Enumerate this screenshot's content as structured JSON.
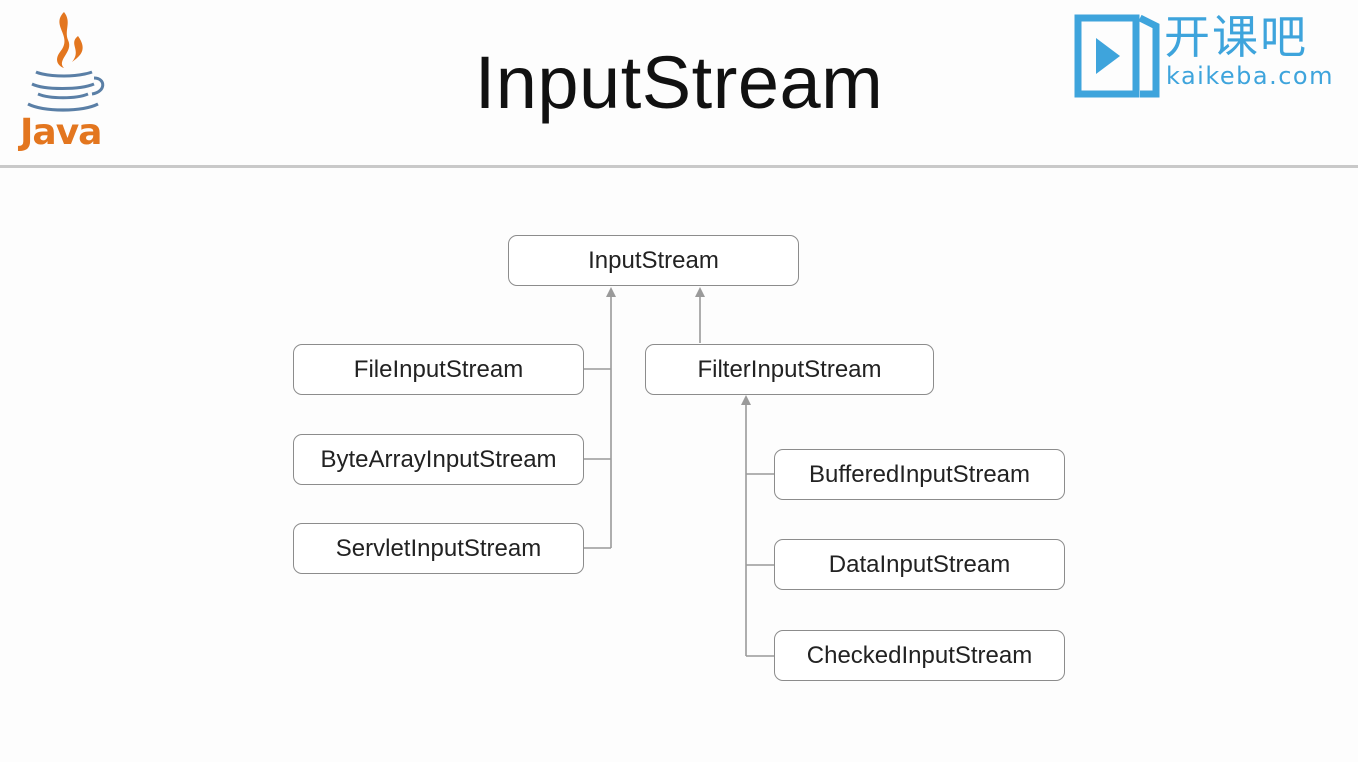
{
  "slide": {
    "title": "InputStream"
  },
  "logos": {
    "java_wordmark": "Java",
    "brand_cn": "开课吧",
    "brand_en": "kaikeba.com",
    "java_color": "#e3761f",
    "java_blue": "#5a7fa6",
    "brand_color": "#3ea4dc"
  },
  "diagram": {
    "nodes": {
      "root": "InputStream",
      "file": "FileInputStream",
      "filter": "FilterInputStream",
      "bytearray": "ByteArrayInputStream",
      "servlet": "ServletInputStream",
      "buffered": "BufferedInputStream",
      "data": "DataInputStream",
      "checked": "CheckedInputStream"
    },
    "line_color": "#9a9a9a"
  }
}
